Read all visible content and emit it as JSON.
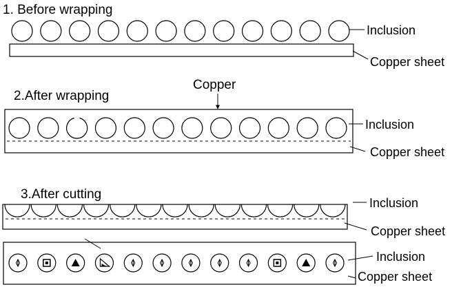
{
  "stages": [
    {
      "title": "1. Before wrapping",
      "inclusion_label": "Inclusion",
      "sheet_label": "Copper sheet",
      "circle_count": 12
    },
    {
      "title": "2.After wrapping",
      "top_label": "Copper",
      "inclusion_label": "Inclusion",
      "sheet_label": "Copper sheet",
      "circle_count": 12
    },
    {
      "title": "3.After cutting",
      "inclusion_label": "Inclusion",
      "sheet_label": "Copper sheet",
      "half_circle_count": 13
    },
    {
      "inclusion_label": "Inclusion",
      "sheet_label": "Copper sheet",
      "cross_section_symbols": [
        "diamond",
        "square",
        "triangle",
        "wedge",
        "diamond",
        "diamond",
        "diamond",
        "diamond",
        "diamond",
        "square",
        "triangle",
        "diamond"
      ]
    }
  ],
  "colors": {
    "stroke": "#000000",
    "background": "#ffffff"
  }
}
